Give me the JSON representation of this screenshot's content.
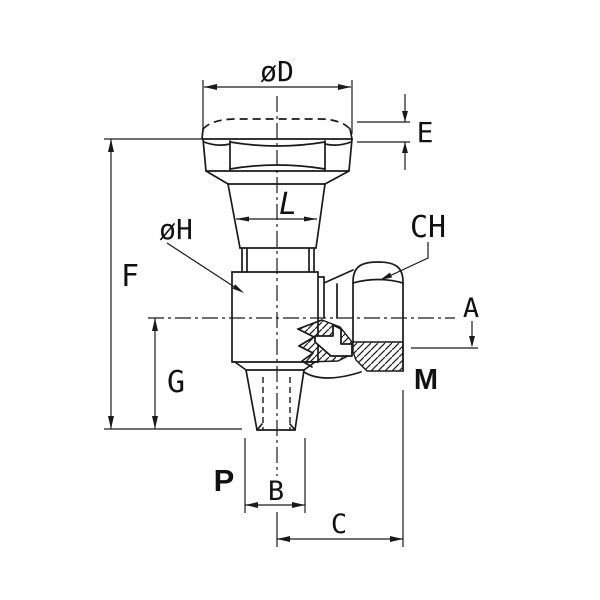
{
  "drawing": {
    "type": "technical dimension drawing",
    "subject": "right-angle valve cross-section with dimension callouts",
    "background_color": "#ffffff",
    "line_color": "#1a1a1a",
    "labels": {
      "top_diameter": "øD",
      "cap_height": "E",
      "bonnet_width": "L",
      "outlet_hex": "CH",
      "body_diameter": "øH",
      "overall_height": "F",
      "outlet_face_offset": "A",
      "outlet_thread": "M",
      "lower_height": "G",
      "inlet_thread": "P",
      "inlet_width": "B",
      "outlet_reach": "C"
    }
  }
}
